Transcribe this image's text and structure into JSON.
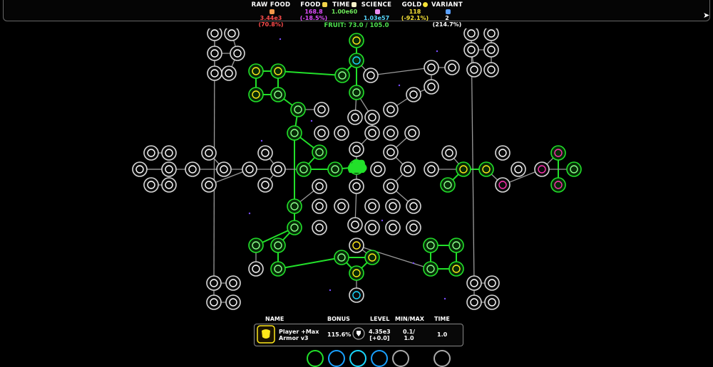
{
  "resources": [
    {
      "label": "RAW FOOD",
      "value": "3.44e3",
      "sub": "(70.8%)",
      "icon": "raw-food-icon",
      "icon_color": "#f2994a",
      "value_color": "#ff4c4c",
      "sub_color": "#ff4c4c"
    },
    {
      "label": "FOOD",
      "value": "168.8",
      "sub": "(-18.5%)",
      "icon": "food-icon",
      "icon_color": "#f2d24a",
      "value_color": "#e04cff",
      "sub_color": "#e04cff"
    },
    {
      "label": "TIME",
      "value": "1.00e60",
      "sub": "",
      "icon": "time-icon",
      "icon_color": "#f6f0c8",
      "value_color": "#6eea5a",
      "sub_color": "#6eea5a"
    },
    {
      "label": "SCIENCE",
      "value": "1.03e57",
      "sub": "",
      "icon": "science-icon",
      "icon_color": "#e88cf0",
      "value_color": "#56d8ff",
      "sub_color": "#56d8ff"
    },
    {
      "label": "GOLD",
      "value": "118",
      "sub": "(-92.1%)",
      "icon": "gold-icon",
      "icon_color": "#f6e236",
      "value_color": "#f6e236",
      "sub_color": "#f6e236"
    },
    {
      "label": "VARIANT",
      "value": "2",
      "sub": "(214.7%)",
      "icon": "variant-icon",
      "icon_color": "#5aa0ff",
      "value_color": "#ffffff",
      "sub_color": "#ffffff"
    }
  ],
  "fruit": "FRUIT: 73.0 / 105.0",
  "table": {
    "headers": {
      "name": "NAME",
      "bonus": "BONUS",
      "level": "LEVEL",
      "minmax": "MIN/MAX",
      "time": "TIME"
    },
    "row": {
      "name_line1": "Player +Max",
      "name_line2": "Armor v3",
      "bonus": "115.6%",
      "level_line1": "4.35e3",
      "level_line2": "[+0.0]",
      "minmax_line1": "0.1/",
      "minmax_line2": "1.0",
      "time": "1.0"
    }
  },
  "colors": {
    "active": "#22e02a",
    "inactive": "#d8d8d8",
    "accent_yellow": "#ffe81a",
    "accent_cyan": "#19d7ff",
    "accent_pink": "#ff2fb0"
  }
}
